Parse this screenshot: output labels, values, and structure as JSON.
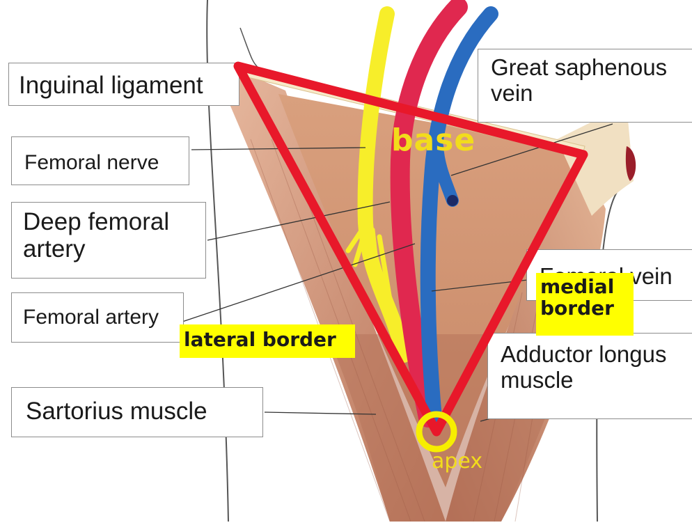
{
  "labels": {
    "inguinal_ligament": "Inguinal ligament",
    "femoral_nerve": "Femoral nerve",
    "deep_femoral_artery": "Deep femoral\nartery",
    "femoral_artery": "Femoral artery",
    "sartorius_muscle": "Sartorius muscle",
    "great_saphenous_vein": "Great saphenous\nvein",
    "femoral_vein": "Femoral vein",
    "adductor_longus_muscle": "Adductor longus\nmuscle"
  },
  "annotations": {
    "base": "base",
    "lateral_border": "lateral border",
    "medial_border": "medial\nborder",
    "apex": "apex"
  },
  "colors": {
    "triangle": "#e8182a",
    "highlight": "#ffff00",
    "annotation_text": "#f2dc1c",
    "nerve": "#f7ee2a",
    "artery": "#e0284f",
    "vein": "#2a6cc0",
    "muscle": "#c88a6e"
  }
}
